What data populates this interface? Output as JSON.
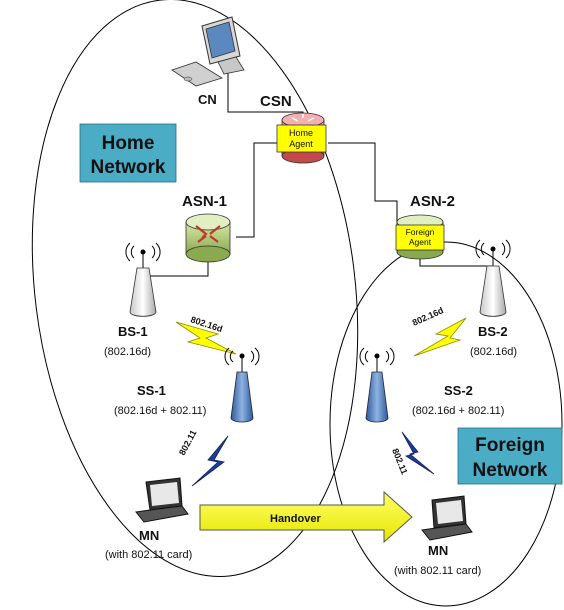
{
  "networks": {
    "home": {
      "label_line1": "Home",
      "label_line2": "Network"
    },
    "foreign": {
      "label_line1": "Foreign",
      "label_line2": "Network"
    }
  },
  "nodes": {
    "cn": {
      "label": "CN"
    },
    "csn": {
      "label": "CSN",
      "router_label_line1": "Home",
      "router_label_line2": "Agent"
    },
    "asn1": {
      "label": "ASN-1"
    },
    "asn2": {
      "label": "ASN-2",
      "router_label_line1": "Foreign",
      "router_label_line2": "Agent"
    },
    "bs1": {
      "label": "BS-1",
      "sub": "(802.16d)"
    },
    "bs2": {
      "label": "BS-2",
      "sub": "(802.16d)"
    },
    "ss1": {
      "label": "SS-1",
      "sub": "(802.16d + 802.11)"
    },
    "ss2": {
      "label": "SS-2",
      "sub": "(802.16d + 802.11)"
    },
    "mn_home": {
      "label": "MN",
      "sub": "(with 802.11 card)"
    },
    "mn_foreign": {
      "label": "MN",
      "sub": "(with 802.11 card)"
    }
  },
  "links": {
    "bs1_ss1": "802.16d",
    "bs2_ss2": "802.16d",
    "ss1_mn": "802.11",
    "ss2_mn": "802.11"
  },
  "handover": {
    "label": "Handover"
  },
  "colors": {
    "network_label_bg": "#4bacc6",
    "router_home": "#e06666",
    "router_asn": "#9bbb59",
    "agent_label_bg": "#ffff00",
    "lightning_yellow": "#ffff00",
    "lightning_blue": "#1f3c9c",
    "handover_arrow": "#ffff00",
    "ss_antenna": "#4f81bd"
  }
}
